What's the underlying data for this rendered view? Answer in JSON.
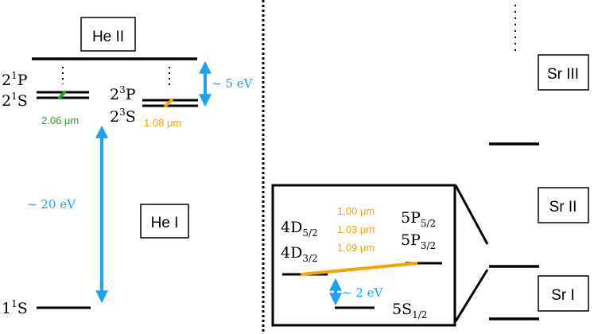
{
  "colors": {
    "line": "#000000",
    "arrow_blue": "#1ea1f0",
    "green": "#2ca02c",
    "orange": "#f5a300"
  },
  "he": {
    "box_he2": "He II",
    "box_he1": "He I",
    "lvl_21P": {
      "main": "2",
      "sup": "1",
      "tail": "P"
    },
    "lvl_21S": {
      "main": "2",
      "sup": "1",
      "tail": "S"
    },
    "lvl_23P": {
      "main": "2",
      "sup": "3",
      "tail": "P"
    },
    "lvl_23S": {
      "main": "2",
      "sup": "3",
      "tail": "S"
    },
    "lvl_11S": {
      "main": "1",
      "sup": "1",
      "tail": "S"
    },
    "green_wavelength": "2.06 μm",
    "orange_wavelength": "1.08 μm",
    "gap_upper": "~ 5 eV",
    "gap_lower": "~ 20 eV"
  },
  "sr": {
    "box_sr3": "Sr III",
    "box_sr2": "Sr II",
    "box_sr1": "Sr I",
    "lvl_4D52": {
      "main": "4D",
      "sub": "5/2"
    },
    "lvl_4D32": {
      "main": "4D",
      "sub": "3/2"
    },
    "lvl_5P52": {
      "main": "5P",
      "sub": "5/2"
    },
    "lvl_5P32": {
      "main": "5P",
      "sub": "3/2"
    },
    "lvl_5S12": {
      "main": "5S",
      "sub": "1/2"
    },
    "wavelengths": [
      "1.00 μm",
      "1.03 μm",
      "1.09 μm"
    ],
    "gap": "~ 2 eV"
  }
}
